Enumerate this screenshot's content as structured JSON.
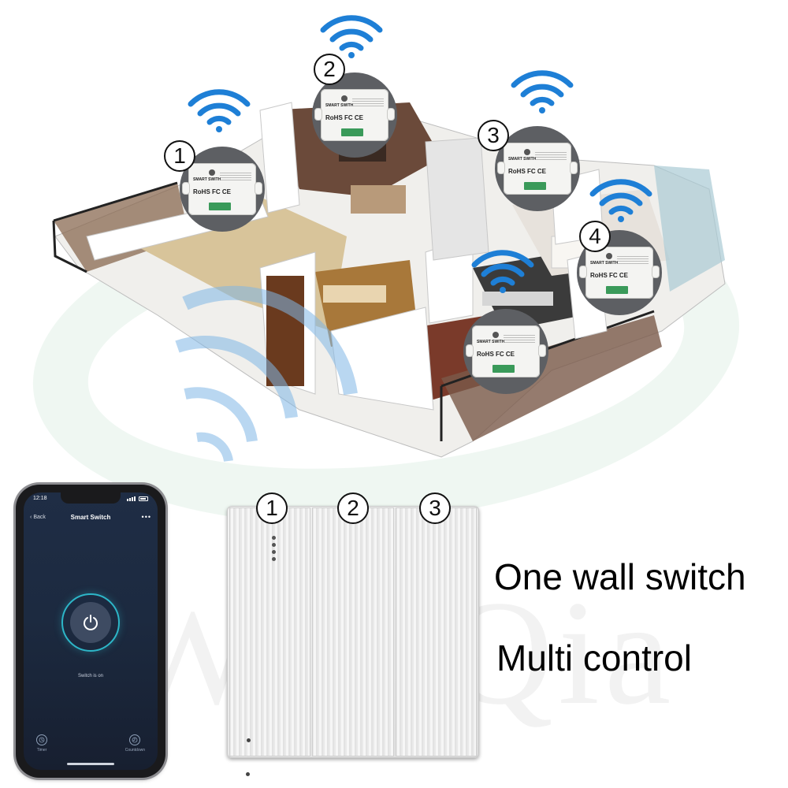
{
  "scene": {
    "modules": [
      {
        "number": "1",
        "brand": "SMART SWITH",
        "certs": "RoHS FC CE"
      },
      {
        "number": "2",
        "brand": "SMART SWITH",
        "certs": "RoHS FC CE"
      },
      {
        "number": "3",
        "brand": "SMART SWITH",
        "certs": "RoHS FC CE"
      },
      {
        "number": "4",
        "brand": "SMART SWITH",
        "certs": "RoHS FC CE"
      },
      {
        "number": "",
        "brand": "SMART SWITH",
        "certs": "RoHS FC CE"
      }
    ],
    "wifi_color": "#1e7fd6"
  },
  "watermark": "Wen Qia",
  "phone": {
    "time": "12:18",
    "back_label": "Back",
    "title": "Smart Switch",
    "more_label": "•••",
    "power_icon": "power-icon",
    "status_text": "Switch is on",
    "actions": [
      {
        "label": "Timer",
        "icon": "clock-icon"
      },
      {
        "label": "Countdown",
        "icon": "countdown-icon"
      }
    ],
    "accent": "#2db6c8"
  },
  "wall_switch": {
    "gangs": [
      {
        "number": "1"
      },
      {
        "number": "2"
      },
      {
        "number": "3"
      }
    ]
  },
  "text": {
    "headline": "One wall switch",
    "subline": "Multi control"
  }
}
